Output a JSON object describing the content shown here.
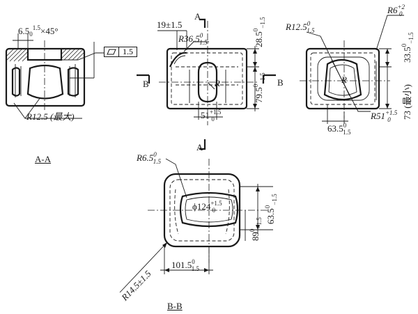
{
  "views": {
    "aa": {
      "chamfer_label": "6.5",
      "chamfer_tol": "1.5",
      "chamfer_tol_lower": "0",
      "chamfer_angle": "×45°",
      "flatness_value": "1.5",
      "radius_label": "R12.5 (最大)",
      "view_title": "A-A"
    },
    "front": {
      "dim_19": "19±1.5",
      "dim_r36": "R36.5",
      "dim_r36_up": "0",
      "dim_r36_lo": "1.5",
      "dim_28": "28.5",
      "dim_28_up": "0",
      "dim_28_lo": "−1.5",
      "dim_79": "79.5",
      "dim_79_up": "0",
      "dim_79_lo": "−1.5",
      "dim_51": "51",
      "dim_51_up": "+1.5",
      "dim_51_lo": "0",
      "r_label": "R",
      "section_a_top": "A",
      "section_a_bottom": "A",
      "section_b_left": "B",
      "section_b_right": "B"
    },
    "side": {
      "dim_r6": "R6",
      "dim_r6_up": "+2",
      "dim_r6_lo": "0",
      "dim_r12": "R12.5",
      "dim_r12_up": "0",
      "dim_r12_lo": "1.5",
      "dim_33": "33.5",
      "dim_33_up": "0",
      "dim_33_lo": "−1.5",
      "dim_73": "73 (最小)",
      "r_label": "R",
      "dim_63": "63.5",
      "dim_63_up": "0",
      "dim_63_lo": "1.5",
      "dim_r51": "R51",
      "dim_r51_up": "+1.5",
      "dim_r51_lo": "0"
    },
    "bb": {
      "dim_r6": "R6.5",
      "dim_r6_up": "0",
      "dim_r6_lo": "1.5",
      "dim_phi": "ϕ124",
      "dim_phi_up": "+1.5",
      "dim_phi_lo": "0",
      "dim_63": "63.5",
      "dim_63_up": "0",
      "dim_63_lo": "−1.5",
      "dim_89": "89",
      "dim_89_up": "0",
      "dim_89_lo": "−1.5",
      "dim_101": "101.5",
      "dim_101_up": "0",
      "dim_101_lo": "1.5",
      "dim_r14": "R14.5±1.5",
      "view_title": "B-B"
    }
  }
}
